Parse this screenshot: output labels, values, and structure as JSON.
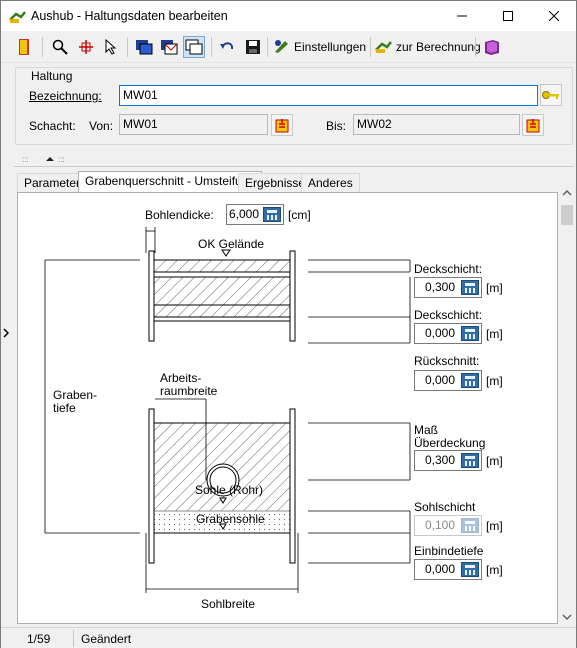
{
  "window": {
    "title": "Aushub - Haltungsdaten bearbeiten"
  },
  "toolbar": {
    "einstellungen": "Einstellungen",
    "zur_berechnung": "zur Berechnung"
  },
  "haltung": {
    "legend": "Haltung",
    "bezeichnung_label": "Bezeichnung:",
    "bezeichnung_value": "MW01",
    "schacht_label": "Schacht:",
    "von_label": "Von:",
    "von_value": "MW01",
    "bis_label": "Bis:",
    "bis_value": "MW02"
  },
  "tabs": [
    "Parameter",
    "Grabenquerschnitt - Umsteifung",
    "Ergebnisse",
    "Anderes"
  ],
  "diagram": {
    "bohlendicke_label": "Bohlendicke:",
    "bohlendicke_value": "6,000",
    "bohlendicke_unit": "[cm]",
    "ok_gelaende": "OK Gelände",
    "grabentiefe_1": "Graben-",
    "grabentiefe_2": "tiefe",
    "arbeitsraum_1": "Arbeits-",
    "arbeitsraum_2": "raumbreite",
    "sohle_rohr": "Sohle (Rohr)",
    "grabensohle": "Grabensohle",
    "sohlbreite": "Sohlbreite",
    "deckschicht1_label": "Deckschicht:",
    "deckschicht1_value": "0,300",
    "deckschicht2_label": "Deckschicht:",
    "deckschicht2_value": "0,000",
    "rueckschnitt_label": "Rückschnitt:",
    "rueckschnitt_value": "0,000",
    "mass_1": "Maß",
    "mass_2": "Überdeckung",
    "mass_value": "0,300",
    "sohlschicht_label": "Sohlschicht",
    "sohlschicht_value": "0,100",
    "einbindetiefe_label": "Einbindetiefe",
    "einbindetiefe_value": "0,000",
    "unit_m": "[m]"
  },
  "status": {
    "record": "1/59",
    "state": "Geändert"
  }
}
